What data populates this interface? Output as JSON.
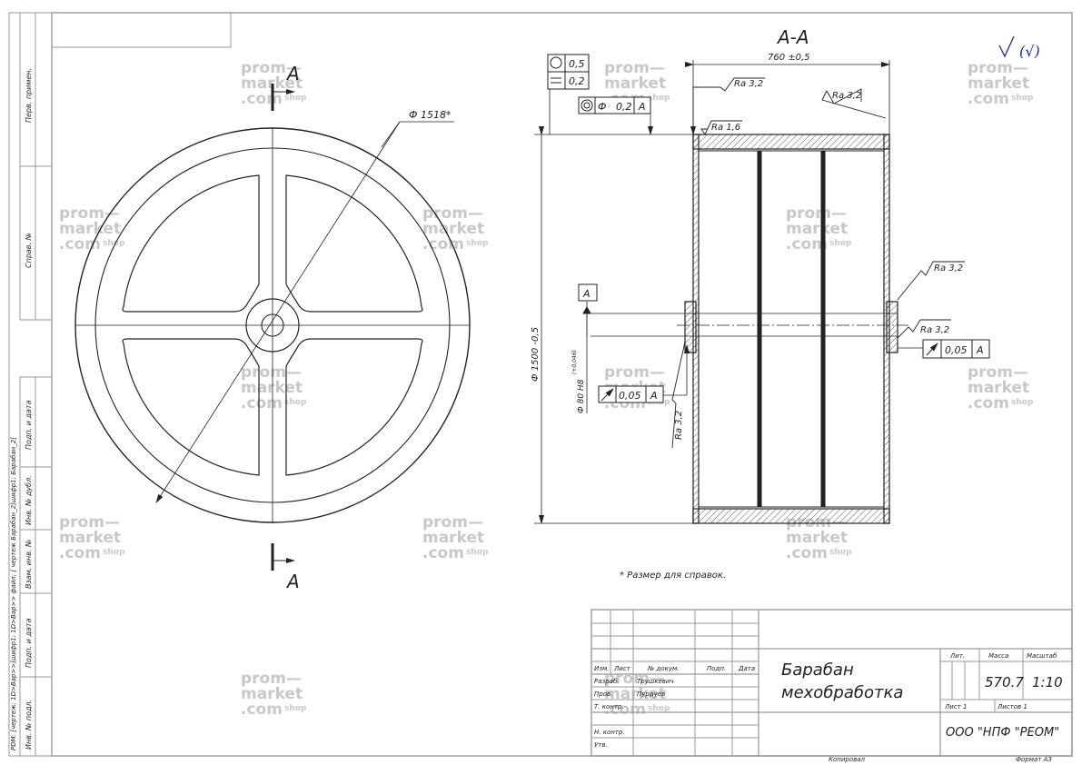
{
  "sheet": {
    "left_labels": [
      "Перв. примен.",
      "Справ. №",
      "Подп. и дата",
      "Инв. № дубл.",
      "Взам. инв. №",
      "Подп. и дата",
      "Инв. № подл."
    ],
    "file_path": "PDM: [чертеж: 1D>Вар>>]шифр1: 1D>Вар>> файл: [ чертеж Барабан_2]шифр1: Барабан_2]"
  },
  "front_view": {
    "section_letter_top": "A",
    "section_letter_bottom": "A",
    "diameter_label": "Ф 1518*"
  },
  "section_view": {
    "title": "A-A",
    "width_dim": "760 ±0,5",
    "height_dim": "Ф 1500 -0,5",
    "bore_dim": "Ф 80 H8",
    "bore_tol": "(+0,046)",
    "rough_top_left": "Ra 3,2",
    "rough_top_right": "Ra 3,2",
    "rough_rim": "Ra 1,6",
    "rough_hub_top": "Ra 3,2",
    "rough_hub_bottom": "Ra 3,2",
    "rough_bore": "Ra 3,2",
    "datum": "A",
    "tol_circ": "0,5",
    "tol_flat": "0,2",
    "tol_pos_symbol": "Ф",
    "tol_pos_value": "0,2",
    "tol_pos_datum": "A",
    "runout_right_value": "0,05",
    "runout_right_datum": "A",
    "runout_left_value": "0,05",
    "runout_left_datum": "A",
    "general_rough": "(√)",
    "note": "* Размер для справок."
  },
  "watermark": {
    "line1": "prom—",
    "line2": "market",
    "line3": ".com",
    "shop": "shop"
  },
  "title_block": {
    "headers": [
      "Изм.",
      "Лист",
      "№ докум.",
      "Подп.",
      "Дата"
    ],
    "roles": [
      "Разраб.",
      "Пров.",
      "Т. контр.",
      "",
      "Н. контр.",
      "Утв."
    ],
    "names": [
      "Трушкевич",
      "Пурдуев"
    ],
    "name": "Барабан\nмехобработка",
    "lit_header": "Лит.",
    "mass_header": "Масса",
    "scale_header": "Масштаб",
    "mass": "570.7",
    "scale": "1:10",
    "sheet": "Лист 1",
    "sheets": "Листов 1",
    "company": "ООО \"НПФ \"РЕОМ\"",
    "copied": "Копировал",
    "format": "Формат A3"
  }
}
